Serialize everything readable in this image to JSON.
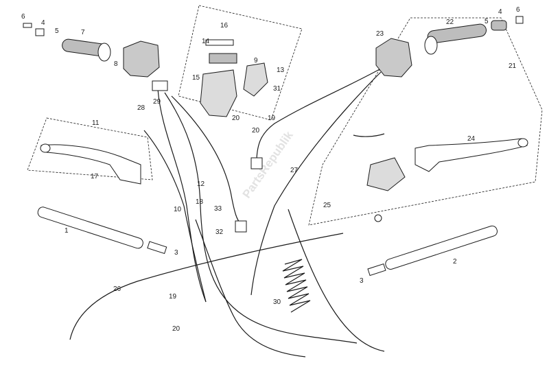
{
  "diagram": {
    "watermark": "PartsRepublik",
    "part_numbers": [
      "1",
      "2",
      "3",
      "3",
      "4",
      "4",
      "5",
      "5",
      "6",
      "6",
      "7",
      "8",
      "9",
      "10",
      "11",
      "12",
      "13",
      "14",
      "15",
      "16",
      "17",
      "18",
      "19",
      "19",
      "20",
      "20",
      "20",
      "21",
      "22",
      "23",
      "24",
      "25",
      "26",
      "27",
      "28",
      "29",
      "30",
      "31",
      "32",
      "33"
    ]
  }
}
